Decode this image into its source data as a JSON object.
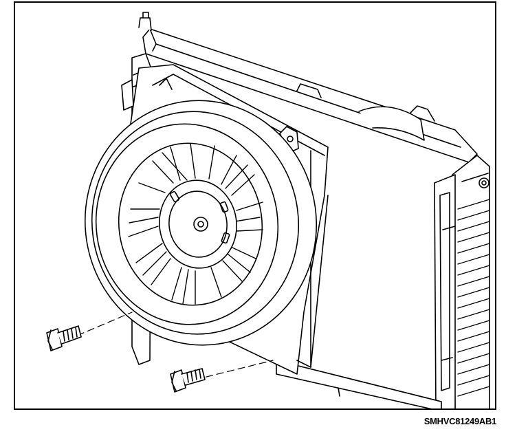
{
  "figure": {
    "code": "SMHVC81249AB1",
    "line_color": "#000000",
    "background": "#ffffff"
  },
  "parts": [
    {
      "name": "radiator",
      "icon": "radiator-drawing"
    },
    {
      "name": "fan-shroud",
      "icon": "shroud-drawing"
    },
    {
      "name": "cooling-fan",
      "icon": "fan-drawing"
    },
    {
      "name": "bolt",
      "icon": "bolt-drawing"
    }
  ]
}
